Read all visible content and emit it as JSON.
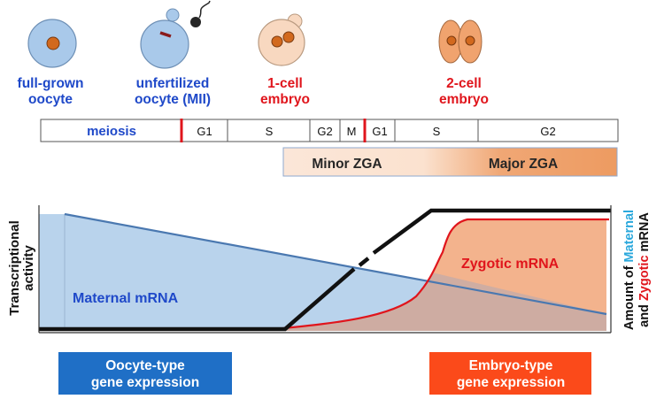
{
  "stages": [
    {
      "line1": "full-grown",
      "line2": "oocyte",
      "color": "#1f49c9"
    },
    {
      "line1": "unfertilized",
      "line2": "oocyte (MII)",
      "color": "#1f49c9"
    },
    {
      "line1": "1-cell",
      "line2": "embryo",
      "color": "#e0151c"
    },
    {
      "line1": "2-cell",
      "line2": "embryo",
      "color": "#e0151c"
    }
  ],
  "cell_cycle": {
    "meiosis": "meiosis",
    "phases": [
      "G1",
      "S",
      "G2",
      "M",
      "G1",
      "S",
      "G2"
    ]
  },
  "zga": {
    "minor": "Minor ZGA",
    "major": "Major ZGA"
  },
  "left_axis_label": {
    "line1": "Transcriptional",
    "line2": "activity"
  },
  "right_axis_label": {
    "line1_prefix": "Amount of ",
    "line1_word": "Maternal",
    "line2_prefix": "and ",
    "line2_word": "Zygotic",
    "line2_suffix": " mRNA"
  },
  "areas": {
    "maternal": "Maternal mRNA",
    "zygotic": "Zygotic mRNA"
  },
  "bottom_boxes": {
    "oocyte": {
      "line1": "Oocyte-type",
      "line2": "gene expression"
    },
    "embryo": {
      "line1": "Embryo-type",
      "line2": "gene expression"
    }
  },
  "colors": {
    "blue_text": "#1f49c9",
    "red_text": "#e0151c",
    "maternal_fill": "#b9d3ec",
    "zygotic_fill": "#f2ad83",
    "oocyte_box": "#1f6fc6",
    "embryo_box": "#fb4a1a",
    "cell_blue": "#a9c9ea",
    "cell_peach": "#f8d8c0",
    "cell_orange": "#f0a36e"
  }
}
